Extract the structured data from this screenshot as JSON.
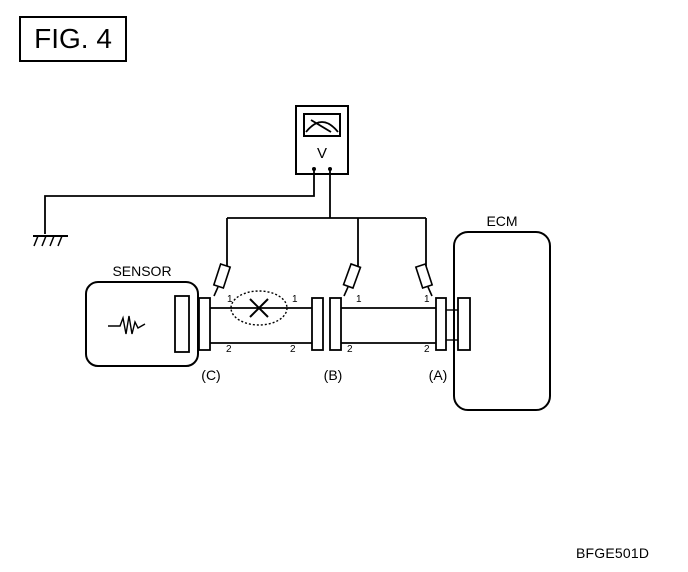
{
  "figure": {
    "label": "FIG. 4",
    "code": "BFGE501D"
  },
  "meter": {
    "label": "V"
  },
  "components": {
    "sensor": {
      "label": "SENSOR"
    },
    "ecm": {
      "label": "ECM"
    }
  },
  "connectors": {
    "c": {
      "label": "(C)",
      "pin1": "1",
      "pin2": "2"
    },
    "b": {
      "label": "(B)",
      "pin1_left": "1",
      "pin2_left": "2",
      "pin1_right": "1",
      "pin2_right": "2"
    },
    "a": {
      "label": "(A)",
      "pin1": "1",
      "pin2": "2"
    }
  },
  "colors": {
    "line": "#000000",
    "background": "#ffffff"
  },
  "icons": [
    "voltmeter-icon",
    "ground-icon",
    "sensor-waveform-icon",
    "open-circuit-icon",
    "probe-icon"
  ]
}
